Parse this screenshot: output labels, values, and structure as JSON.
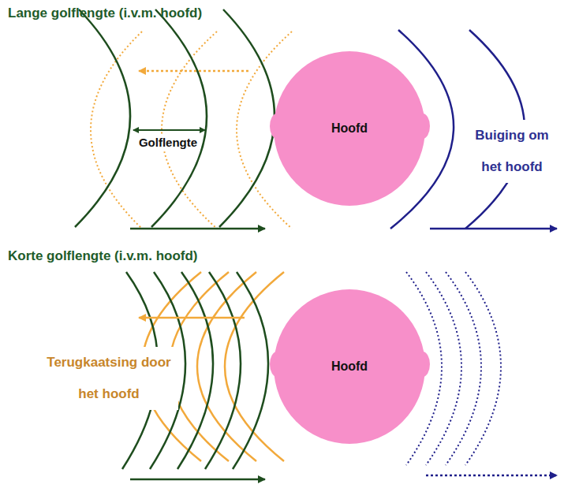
{
  "diagram": {
    "nodes": [
      {
        "text": [
          "Hoofd"
        ]
      },
      {
        "text": [
          "Hoofd"
        ]
      }
    ],
    "labels": [
      "Lange golflengte (i.v.m. hoofd)",
      "Golflengte",
      "Buiging om het hoofd",
      "Korte golflengte (i.v.m. hoofd)",
      "Terugkaatsing door het hoofd"
    ]
  }
}
